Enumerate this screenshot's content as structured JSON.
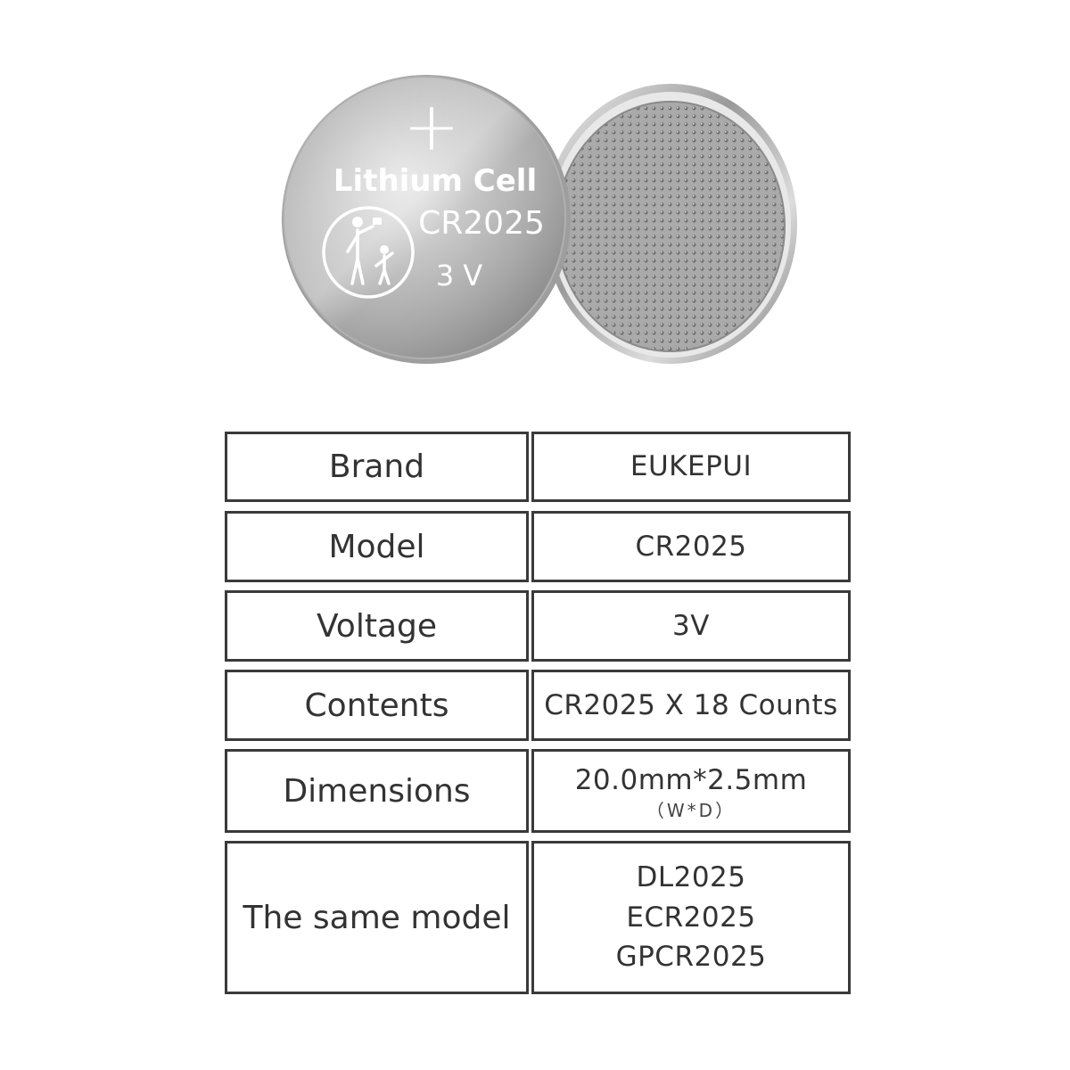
{
  "battery_face": {
    "plus_sign": "+",
    "title": "Lithium Cell",
    "model": "CR2025",
    "voltage": "3V"
  },
  "spec_table": {
    "rows": [
      {
        "label": "Brand",
        "values": [
          "EUKEPUI"
        ]
      },
      {
        "label": "Model",
        "values": [
          "CR2025"
        ]
      },
      {
        "label": "Voltage",
        "values": [
          "3V"
        ]
      },
      {
        "label": "Contents",
        "values": [
          "CR2025 X 18 Counts"
        ]
      },
      {
        "label": "Dimensions",
        "values": [
          "20.0mm*2.5mm"
        ],
        "note": "（W*D）"
      },
      {
        "label": "The same model",
        "values": [
          "DL2025",
          "ECR2025",
          "GPCR2025"
        ]
      }
    ]
  },
  "colors": {
    "border": "#3a3a3a",
    "text": "#333333",
    "battery_silver": "#b5b5b5"
  },
  "icons": [
    "keep-away-from-children-icon",
    "plus-terminal-icon"
  ]
}
